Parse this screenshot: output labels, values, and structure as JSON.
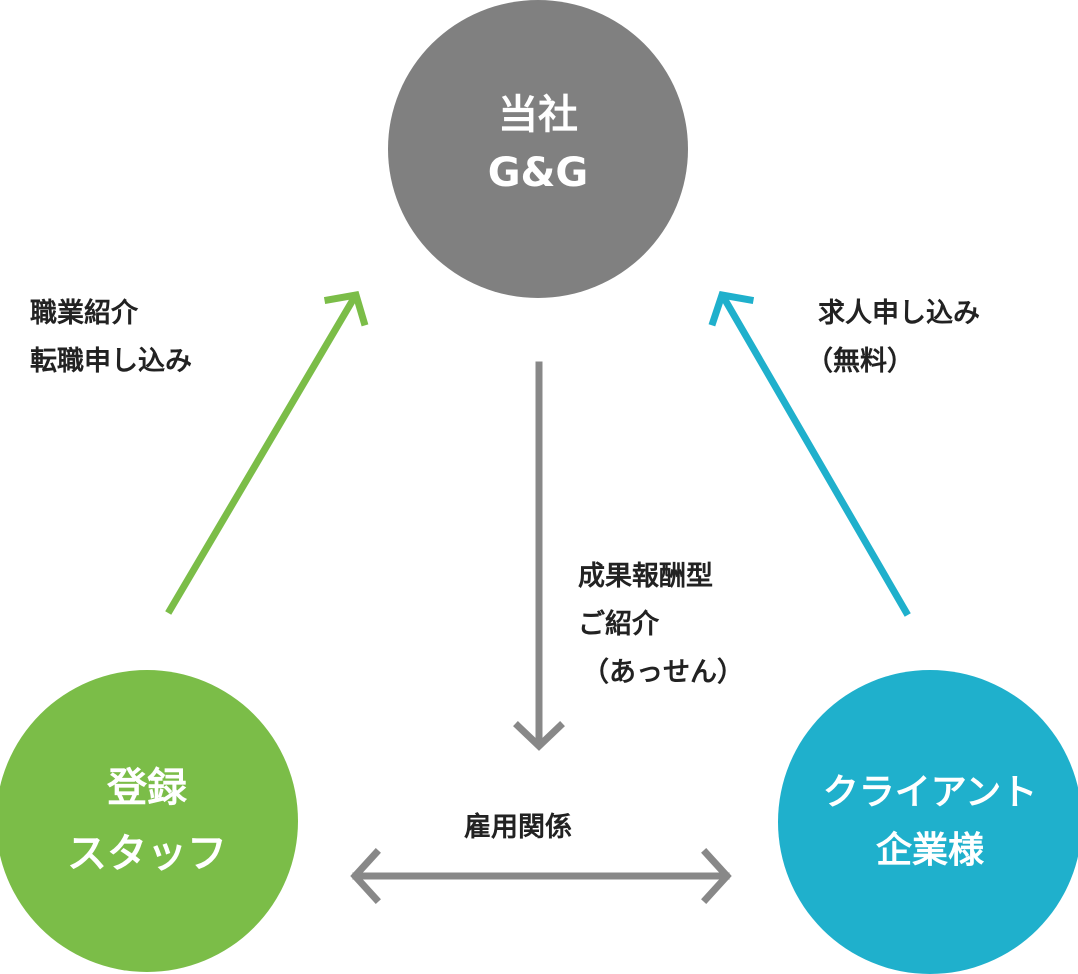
{
  "colors": {
    "company": "#808080",
    "staff": "#7bbd48",
    "client": "#1fb0cc",
    "arrow_gray": "#888888",
    "text": "#222222"
  },
  "nodes": {
    "company": {
      "line1": "当社",
      "line2": "G&G"
    },
    "staff": {
      "line1": "登録",
      "line2": "スタッフ"
    },
    "client": {
      "line1": "クライアント",
      "line2": "企業様"
    }
  },
  "labels": {
    "staff_to_company": [
      "職業紹介",
      "転職申し込み"
    ],
    "client_to_company": [
      "求人申し込み",
      "（無料）"
    ],
    "company_to_pair": [
      "成果報酬型",
      "ご紹介",
      "（あっせん）"
    ],
    "staff_client": "雇用関係"
  }
}
